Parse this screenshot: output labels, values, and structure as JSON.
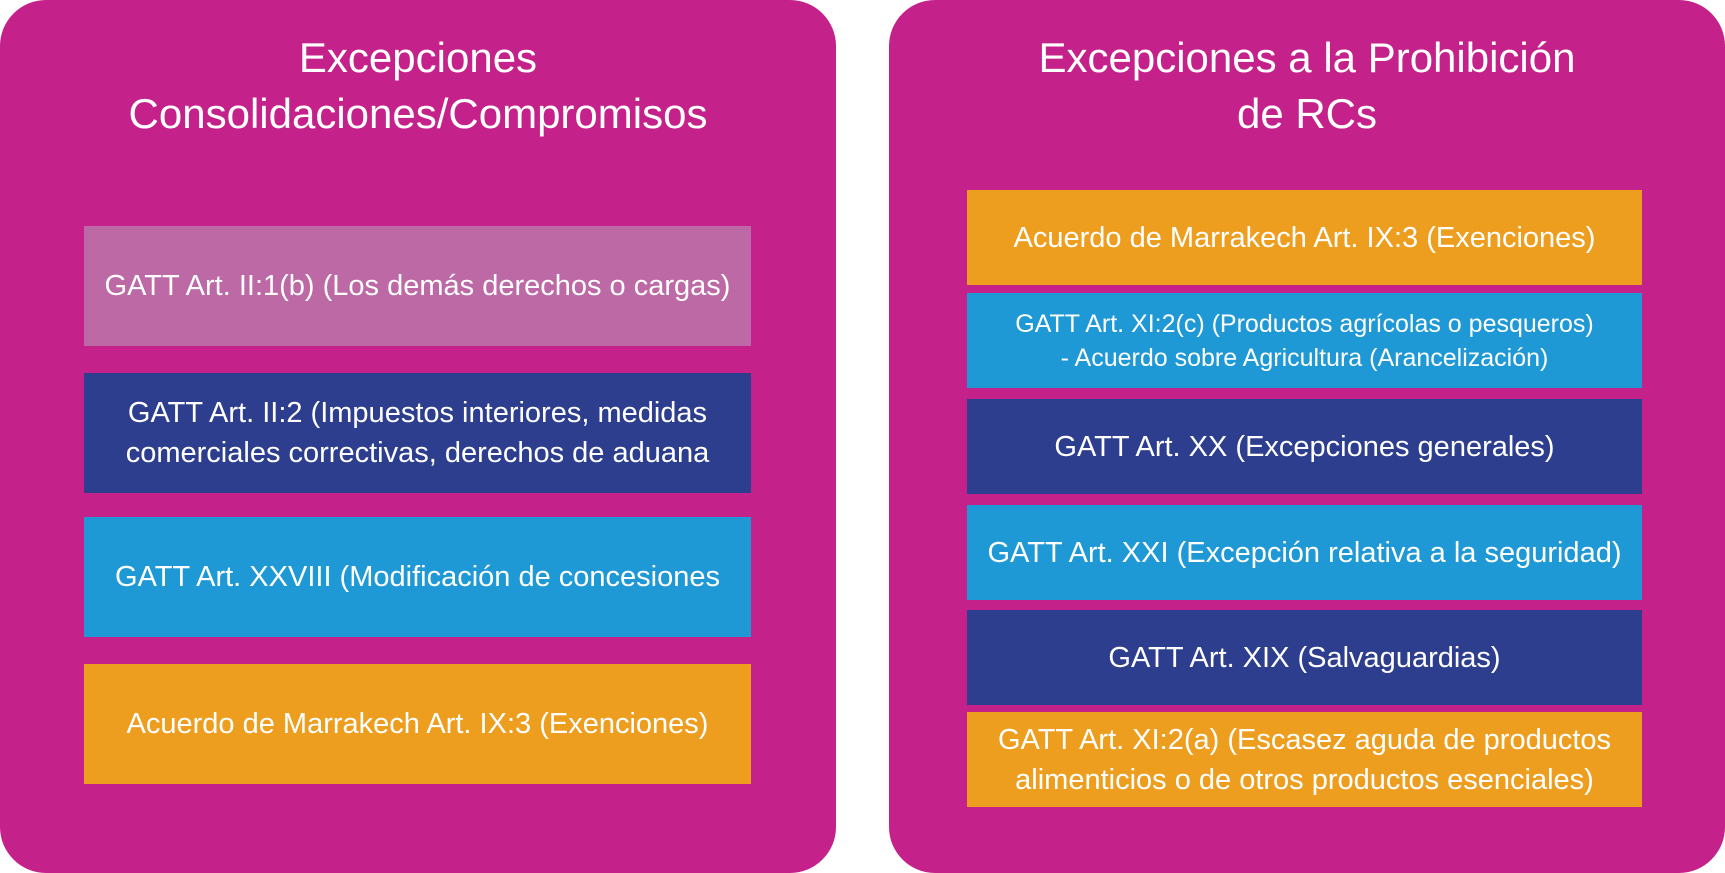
{
  "colors": {
    "panel": "#c4228a",
    "mauve": "#bd69a6",
    "navy": "#2e3e8f",
    "cyan": "#1f98d6",
    "orange": "#ee9e1e",
    "text": "#ffffff"
  },
  "left": {
    "title": [
      "Excepciones",
      "Consolidaciones/Compromisos"
    ],
    "items": [
      {
        "lines": [
          "GATT Art. II:1(b) (Los demás derechos o cargas)"
        ],
        "color": "#bd69a6"
      },
      {
        "lines": [
          "GATT Art. II:2 (Impuestos interiores, medidas",
          "comerciales correctivas, derechos de aduana"
        ],
        "color": "#2e3e8f"
      },
      {
        "lines": [
          "GATT Art. XXVIII (Modificación de concesiones"
        ],
        "color": "#1f98d6"
      },
      {
        "lines": [
          "Acuerdo de Marrakech Art. IX:3 (Exenciones)"
        ],
        "color": "#ee9e1e"
      }
    ]
  },
  "right": {
    "title": [
      "Excepciones a la Prohibición",
      "de RCs"
    ],
    "items": [
      {
        "lines": [
          "Acuerdo de Marrakech Art. IX:3 (Exenciones)"
        ],
        "color": "#ee9e1e"
      },
      {
        "lines": [
          "GATT Art. XI:2(c) (Productos agrícolas o pesqueros)",
          "- Acuerdo sobre Agricultura (Arancelización)"
        ],
        "color": "#1f98d6"
      },
      {
        "lines": [
          "GATT Art. XX (Excepciones generales)"
        ],
        "color": "#2e3e8f"
      },
      {
        "lines": [
          "GATT Art. XXI (Excepción relativa a la seguridad)"
        ],
        "color": "#1f98d6"
      },
      {
        "lines": [
          "GATT Art. XIX (Salvaguardias)"
        ],
        "color": "#2e3e8f"
      },
      {
        "lines": [
          "GATT Art. XI:2(a) (Escasez aguda de productos",
          "alimenticios o de otros productos esenciales)"
        ],
        "color": "#ee9e1e"
      }
    ]
  }
}
